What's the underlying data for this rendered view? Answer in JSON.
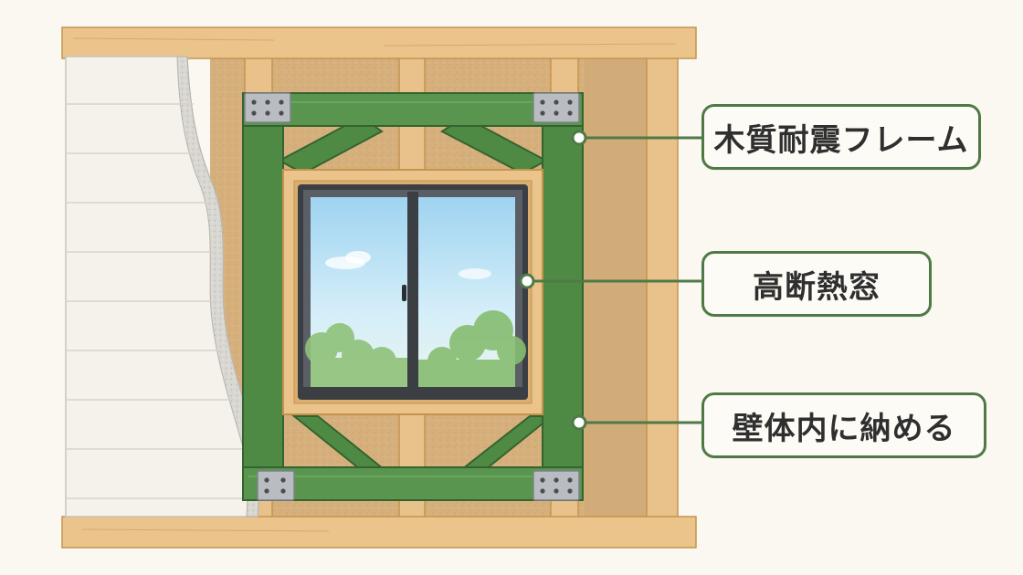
{
  "labels": {
    "frame": "木質耐震フレーム",
    "window": "高断熱窓",
    "inside_wall": "壁体内に納める"
  },
  "colors": {
    "background": "#fbf8f1",
    "wood": "#e9c489",
    "wood_edge": "#c99a55",
    "frame_green": "#4f8a45",
    "frame_green_dark": "#35632f",
    "sheathing": "#d9b585",
    "siding": "#f5f2ec",
    "window_frame": "#3b3f44",
    "glass_sky": "#bfe3f5",
    "tree_green": "#8fc27a",
    "callout_border": "#4f7a47"
  }
}
